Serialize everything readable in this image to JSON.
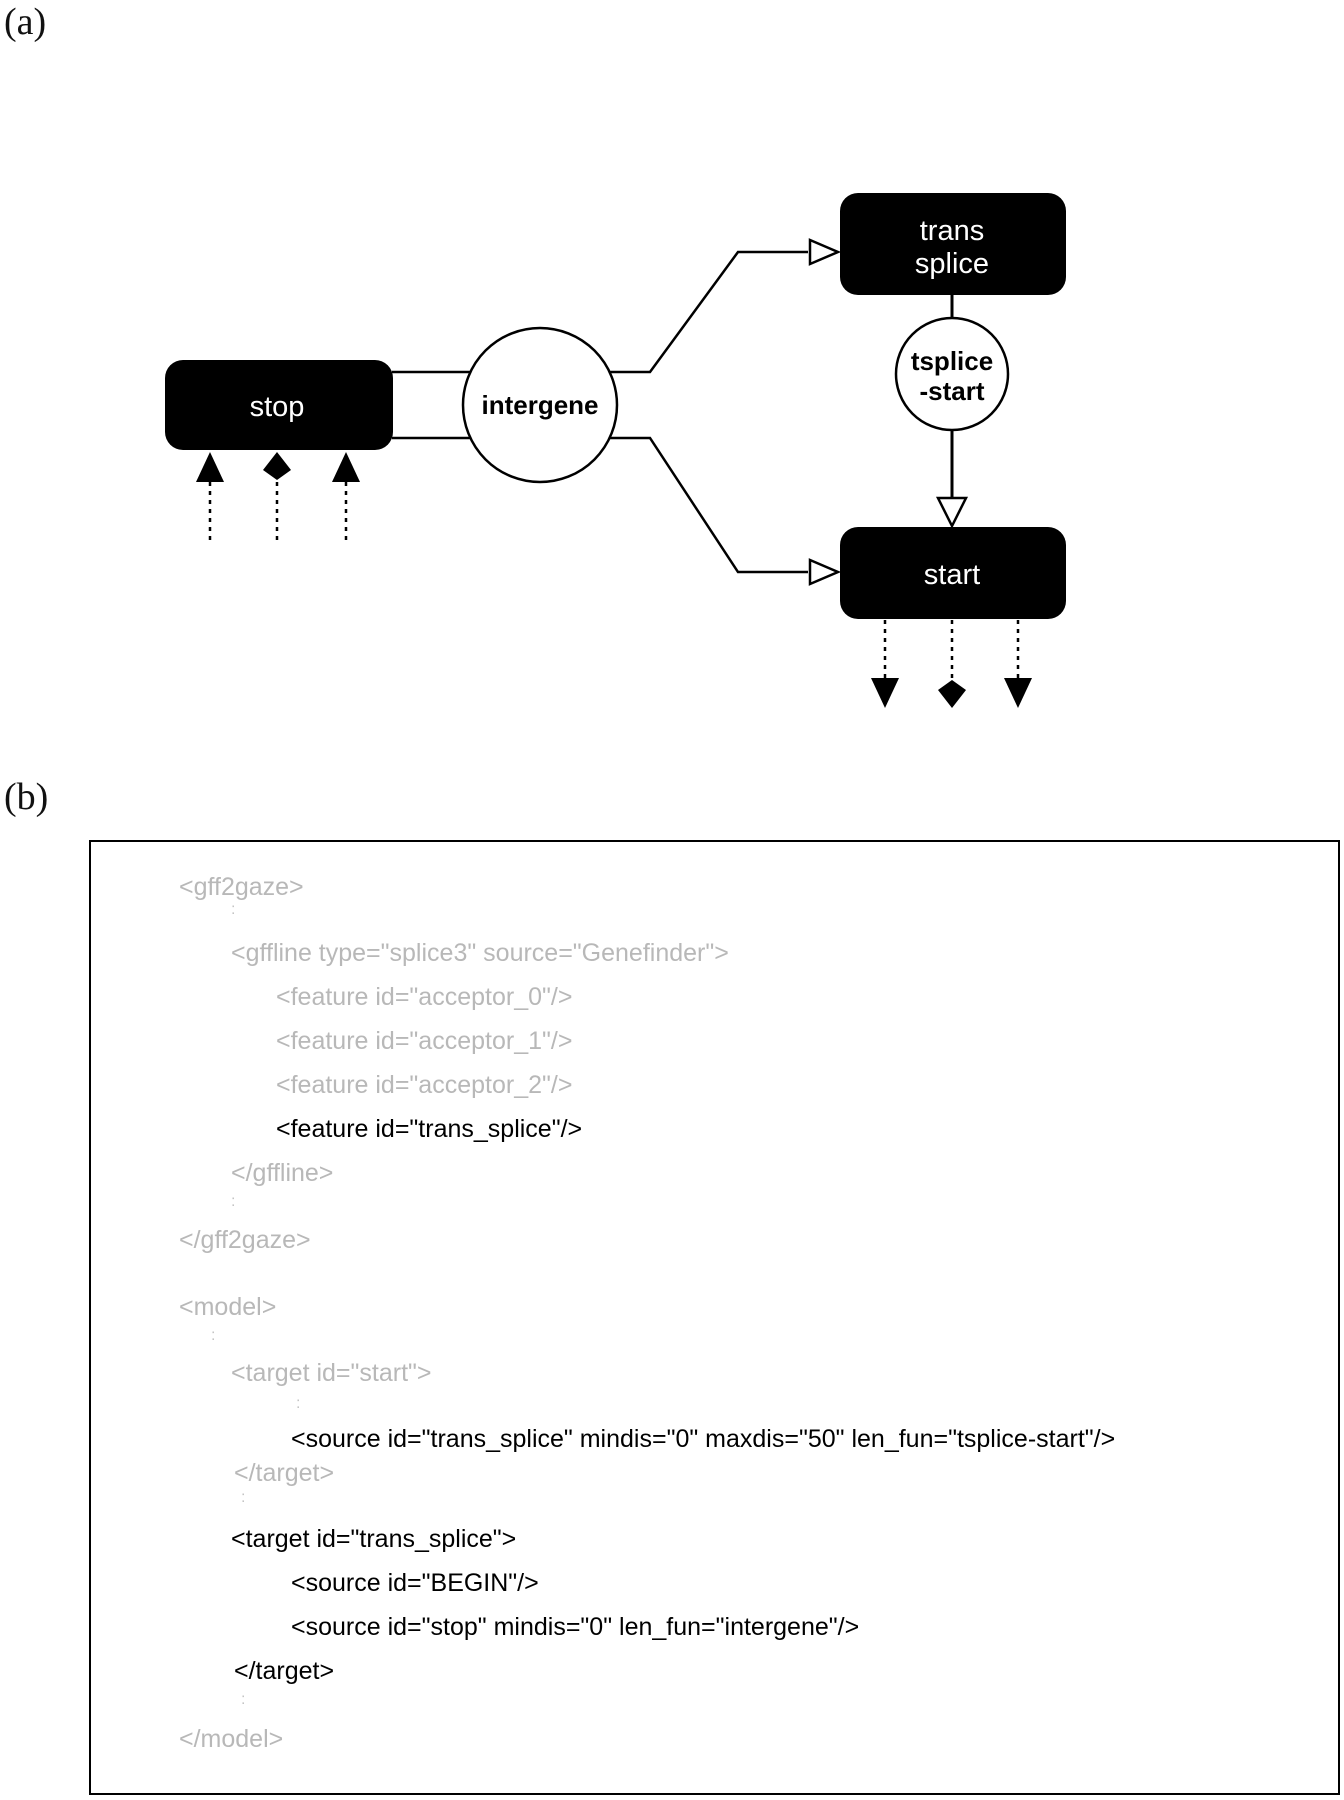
{
  "panels": {
    "a": "(a)",
    "b": "(b)"
  },
  "diagram": {
    "nodes": {
      "stop": "stop",
      "trans_splice_line1": "trans",
      "trans_splice_line2": "splice",
      "start": "start"
    },
    "circles": {
      "intergene": "intergene",
      "tsplice_line1": "tsplice",
      "tsplice_line2": "-start"
    }
  },
  "xml": {
    "lines": [
      "<gff2gaze>",
      "<gffline type=\"splice3\" source=\"Genefinder\">",
      "<feature id=\"acceptor_0\"/>",
      "<feature id=\"acceptor_1\"/>",
      "<feature id=\"acceptor_2\"/>",
      "<feature id=\"trans_splice\"/>",
      "</gffline>",
      "</gff2gaze>",
      "<model>",
      "<target id=\"start\">",
      "<source id=\"trans_splice\" mindis=\"0\" maxdis=\"50\" len_fun=\"tsplice-start\"/>",
      "</target>",
      "<target id=\"trans_splice\">",
      "<source id=\"BEGIN\"/>",
      "<source id=\"stop\" mindis=\"0\" len_fun=\"intergene\"/>",
      "</target>",
      "</model>"
    ]
  },
  "colors": {
    "node_fill": "#000000",
    "faded_text": "#b8b8b8",
    "highlight_text": "#000000"
  }
}
